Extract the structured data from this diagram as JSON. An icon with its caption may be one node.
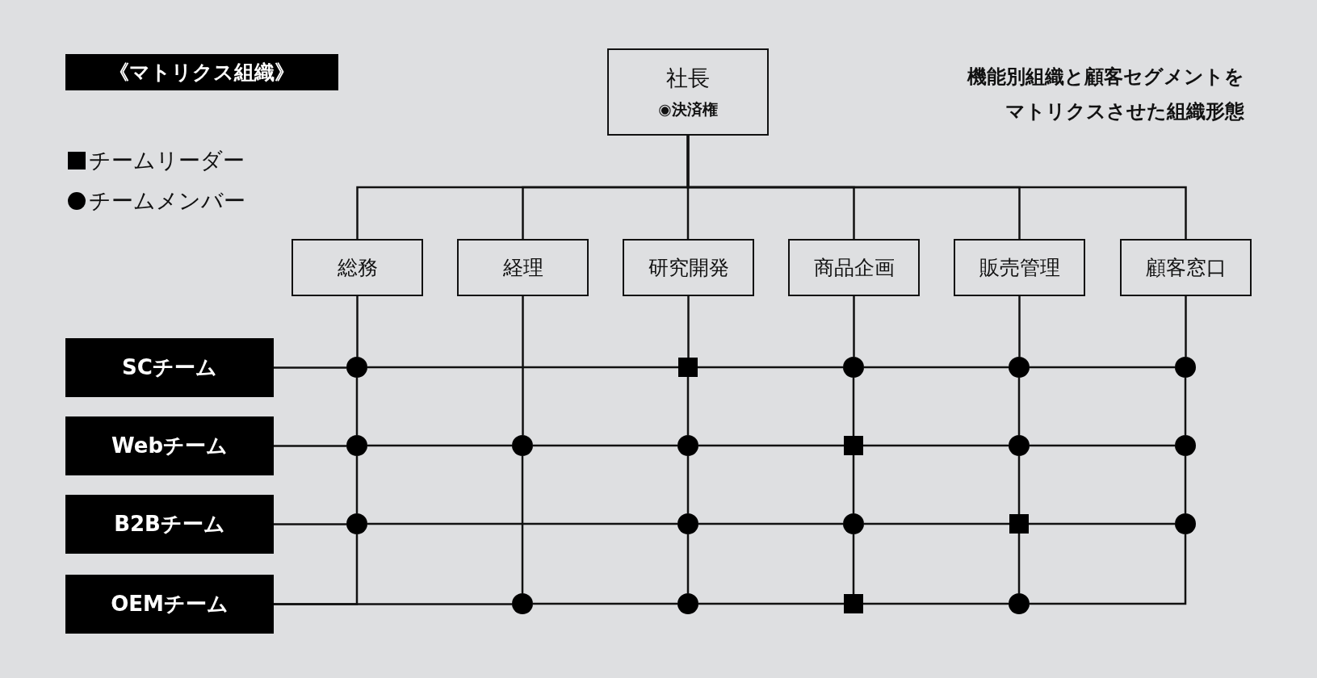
{
  "diagram": {
    "title": "《マトリクス組織》",
    "nodes": [
      {
        "text": [
          "社長",
          "◉決済権"
        ]
      },
      {
        "text": [
          "総務"
        ]
      },
      {
        "text": [
          "経理"
        ]
      },
      {
        "text": [
          "研究開発"
        ]
      },
      {
        "text": [
          "商品企画"
        ]
      },
      {
        "text": [
          "販売管理"
        ]
      },
      {
        "text": [
          "顧客窓口"
        ]
      },
      {
        "text": [
          "SCチーム"
        ]
      },
      {
        "text": [],
        "shape": "circle"
      },
      {
        "text": [],
        "shape": "box"
      },
      {
        "text": [],
        "shape": "circle"
      },
      {
        "text": [],
        "shape": "circle"
      },
      {
        "text": [],
        "shape": "circle"
      },
      {
        "text": [
          "Webチーム"
        ]
      },
      {
        "text": [],
        "shape": "circle"
      },
      {
        "text": [],
        "shape": "circle"
      },
      {
        "text": [],
        "shape": "circle"
      },
      {
        "text": [],
        "shape": "box"
      },
      {
        "text": [],
        "shape": "circle"
      },
      {
        "text": [],
        "shape": "circle"
      },
      {
        "text": [
          "B2Bチーム"
        ]
      },
      {
        "text": [],
        "shape": "circle"
      },
      {
        "text": [],
        "shape": "circle"
      },
      {
        "text": [],
        "shape": "circle"
      },
      {
        "text": [],
        "shape": "box"
      },
      {
        "text": [],
        "shape": "circle"
      },
      {
        "text": [
          "OEMチーム"
        ]
      },
      {
        "text": [],
        "shape": "circle"
      },
      {
        "text": [],
        "shape": "circle"
      },
      {
        "text": [],
        "shape": "box"
      },
      {
        "text": [],
        "shape": "circle"
      }
    ],
    "edges": [
      {
        "from": 0,
        "to": 1,
        "arrow": "none"
      },
      {
        "from": 0,
        "to": 2,
        "arrow": "none"
      },
      {
        "from": 0,
        "to": 3,
        "arrow": "none"
      },
      {
        "from": 0,
        "to": 4,
        "arrow": "none"
      },
      {
        "from": 0,
        "to": 5,
        "arrow": "none"
      },
      {
        "from": 0,
        "to": 6,
        "arrow": "none"
      },
      {
        "from": 1,
        "to": 8,
        "arrow": "none"
      },
      {
        "from": 8,
        "to": 14,
        "arrow": "none"
      },
      {
        "from": 14,
        "to": 21,
        "arrow": "none"
      },
      {
        "from": 2,
        "to": 15,
        "arrow": "none"
      },
      {
        "from": 15,
        "to": 27,
        "arrow": "none"
      },
      {
        "from": 3,
        "to": 9,
        "arrow": "none"
      },
      {
        "from": 9,
        "to": 16,
        "arrow": "none"
      },
      {
        "from": 16,
        "to": 22,
        "arrow": "none"
      },
      {
        "from": 22,
        "to": 28,
        "arrow": "none"
      },
      {
        "from": 4,
        "to": 10,
        "arrow": "none"
      },
      {
        "from": 10,
        "to": 17,
        "arrow": "none"
      },
      {
        "from": 17,
        "to": 23,
        "arrow": "none"
      },
      {
        "from": 23,
        "to": 29,
        "arrow": "none"
      },
      {
        "from": 5,
        "to": 11,
        "arrow": "none"
      },
      {
        "from": 11,
        "to": 18,
        "arrow": "none"
      },
      {
        "from": 18,
        "to": 24,
        "arrow": "none"
      },
      {
        "from": 24,
        "to": 30,
        "arrow": "none"
      },
      {
        "from": 6,
        "to": 12,
        "arrow": "none"
      },
      {
        "from": 12,
        "to": 19,
        "arrow": "none"
      },
      {
        "from": 19,
        "to": 25,
        "arrow": "none"
      },
      {
        "from": 7,
        "to": 8,
        "arrow": "none"
      },
      {
        "from": 8,
        "to": 9,
        "arrow": "none"
      },
      {
        "from": 9,
        "to": 10,
        "arrow": "none"
      },
      {
        "from": 10,
        "to": 11,
        "arrow": "none"
      },
      {
        "from": 11,
        "to": 12,
        "arrow": "none"
      },
      {
        "from": 13,
        "to": 14,
        "arrow": "none"
      },
      {
        "from": 14,
        "to": 15,
        "arrow": "none"
      },
      {
        "from": 15,
        "to": 16,
        "arrow": "none"
      },
      {
        "from": 16,
        "to": 17,
        "arrow": "none"
      },
      {
        "from": 17,
        "to": 18,
        "arrow": "none"
      },
      {
        "from": 18,
        "to": 19,
        "arrow": "none"
      },
      {
        "from": 20,
        "to": 21,
        "arrow": "none"
      },
      {
        "from": 21,
        "to": 22,
        "arrow": "none"
      },
      {
        "from": 22,
        "to": 23,
        "arrow": "none"
      },
      {
        "from": 23,
        "to": 24,
        "arrow": "none"
      },
      {
        "from": 24,
        "to": 25,
        "arrow": "none"
      },
      {
        "from": 26,
        "to": 27,
        "arrow": "none"
      },
      {
        "from": 27,
        "to": 28,
        "arrow": "none"
      },
      {
        "from": 28,
        "to": 29,
        "arrow": "none"
      },
      {
        "from": 29,
        "to": 30,
        "arrow": "none"
      },
      {
        "from": 21,
        "to": 26,
        "arrow": "none"
      },
      {
        "from": 25,
        "to": 30,
        "arrow": "none"
      }
    ],
    "labels": [
      "機能別組織と顧客セグメントをマトリクスさせた組織形態"
    ],
    "legend": [
      {
        "text": "チームリーダー"
      },
      {
        "text": "チームメンバー"
      }
    ]
  }
}
